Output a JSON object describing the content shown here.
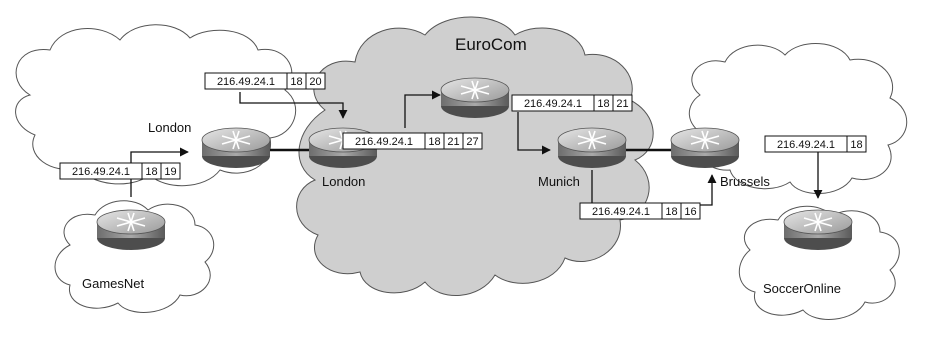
{
  "network_labels": {
    "eurocom": "EuroCom",
    "gamesnet": "GamesNet",
    "socceronline": "SoccerOnline"
  },
  "router_labels": {
    "london_edge": "London",
    "london_core": "London",
    "munich": "Munich",
    "brussels": "Brussels"
  },
  "label_stacks": {
    "gamesnet_to_london": {
      "prefix": "216.49.24.1",
      "labels": [
        "18",
        "19"
      ]
    },
    "london_to_eurocom": {
      "prefix": "216.49.24.1",
      "labels": [
        "18",
        "20"
      ]
    },
    "london_core_out": {
      "prefix": "216.49.24.1",
      "labels": [
        "18",
        "21",
        "27"
      ]
    },
    "core_to_munich": {
      "prefix": "216.49.24.1",
      "labels": [
        "18",
        "21"
      ]
    },
    "munich_to_brussels": {
      "prefix": "216.49.24.1",
      "labels": [
        "18",
        "16"
      ]
    },
    "brussels_to_socceronline": {
      "prefix": "216.49.24.1",
      "labels": [
        "18"
      ]
    }
  }
}
